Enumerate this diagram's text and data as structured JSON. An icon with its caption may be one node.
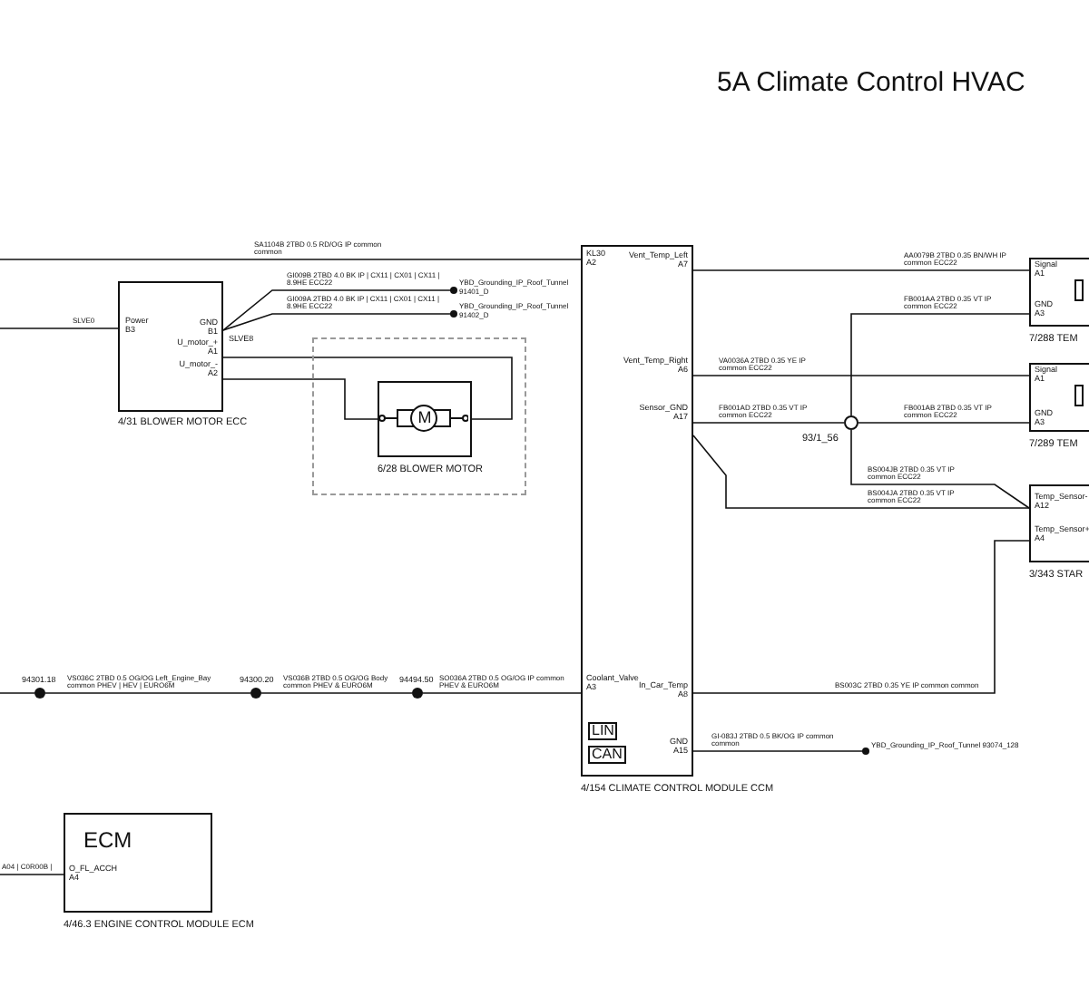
{
  "diagram": {
    "title": "5A Climate Control HVAC",
    "nodes": [
      {
        "text": [
          "Power B3",
          "GND B1",
          "U_motor_+ A1",
          "U_motor_- A2"
        ],
        "beside": [
          "4/31 BLOWER MOTOR ECC"
        ]
      },
      {
        "text": [],
        "shape": "box"
      },
      {
        "text": [
          "M"
        ],
        "in": 1,
        "beside": [
          "6/28 BLOWER MOTOR"
        ]
      },
      {
        "text": [
          "KL30 A2",
          "Vent_Temp_Left A7",
          "Vent_Temp_Right A6",
          "Sensor_GND A17",
          "Coolant_Valve A3",
          "In_Car_Temp A8",
          "GND A15",
          "LIN",
          "CAN"
        ],
        "beside": [
          "4/154 CLIMATE CONTROL MODULE CCM"
        ]
      },
      {
        "text": [
          "Signal A1",
          "GND A3"
        ],
        "beside": [
          "7/288 TEM"
        ]
      },
      {
        "text": [
          "Signal A1",
          "GND A3"
        ],
        "beside": [
          "7/289 TEM"
        ]
      },
      {
        "text": [
          "Temp_Sensor- A12",
          "Temp_Sensor+ A4"
        ],
        "beside": [
          "3/343 STAR"
        ]
      },
      {
        "text": [],
        "shape": "circle",
        "beside": [
          "93/1_56"
        ]
      },
      {
        "text": [
          "YBD_Grounding_IP_Roof_Tunnel 91401_D"
        ]
      },
      {
        "text": [
          "YBD_Grounding_IP_Roof_Tunnel 91402_D"
        ]
      },
      {
        "text": [
          "YBD_Grounding_IP_Roof_Tunnel 93074_128"
        ]
      },
      {
        "text": [],
        "shape": "circle",
        "beside": [
          "94301.18"
        ]
      },
      {
        "text": [],
        "shape": "circle",
        "beside": [
          "94300.20"
        ]
      },
      {
        "text": [],
        "shape": "circle",
        "beside": [
          "94494.50"
        ]
      },
      {
        "text": [
          "ECM",
          "O_FL_ACCH A4"
        ],
        "beside": [
          "4/46.3 ENGINE CONTROL MODULE ECM"
        ]
      }
    ],
    "edges": [
      {
        "from": null,
        "to": 3,
        "arrow": "none",
        "label": "SA1104B 2TBD 0.5 RD/OG IP common common"
      },
      {
        "from": null,
        "to": 0,
        "arrow": "none",
        "label": "SLVE0"
      },
      {
        "from": 0,
        "to": 8,
        "arrow": "other",
        "label": "GI009B 2TBD 4.0 BK IP | CX11 | CX01 | CX11 | 8.9HE ECC22"
      },
      {
        "from": 0,
        "to": 9,
        "arrow": "other",
        "label": "GI009A 2TBD 4.0 BK IP | CX11 | CX01 | CX11 | 8.9HE ECC22"
      },
      {
        "from": 0,
        "to": 2,
        "arrow": "none"
      },
      {
        "from": 0,
        "to": 2,
        "arrow": "none"
      },
      {
        "from": 3,
        "to": 4,
        "arrow": "none",
        "label": "AA0079B 2TBD 0.35 BN/WH IP common ECC22"
      },
      {
        "from": 7,
        "to": 4,
        "arrow": "none",
        "label": "FB001AA 2TBD 0.35 VT IP common ECC22"
      },
      {
        "from": 3,
        "to": 5,
        "arrow": "none",
        "label": "VA0036A 2TBD 0.35 YE IP common ECC22"
      },
      {
        "from": 3,
        "to": 7,
        "arrow": "none",
        "label": "FB001AD 2TBD 0.35 VT IP common ECC22"
      },
      {
        "from": 7,
        "to": 5,
        "arrow": "none",
        "label": "FB001AB 2TBD 0.35 VT IP common ECC22"
      },
      {
        "from": 7,
        "to": 6,
        "arrow": "none",
        "label": "BS004JB 2TBD 0.35 VT IP common ECC22"
      },
      {
        "from": 3,
        "to": 6,
        "arrow": "none",
        "label": "BS004JA 2TBD 0.35 VT IP common ECC22"
      },
      {
        "from": 3,
        "to": 6,
        "arrow": "none",
        "label": "BS003C 2TBD 0.35 YE IP common common"
      },
      {
        "from": 3,
        "to": 10,
        "arrow": "other",
        "label": "GI-083J 2TBD 0.5 BK/OG IP common common"
      },
      {
        "from": null,
        "to": 11,
        "arrow": "none"
      },
      {
        "from": 11,
        "to": 12,
        "arrow": "none",
        "label": "VS036C 2TBD 0.5 OG/OG Left_Engine_Bay common PHEV | HEV | EURO6M"
      },
      {
        "from": 12,
        "to": 13,
        "arrow": "none",
        "label": "VS036B 2TBD 0.5 OG/OG Body common PHEV & EURO6M"
      },
      {
        "from": 13,
        "to": 3,
        "arrow": "none",
        "label": "SO036A 2TBD 0.5 OG/OG IP common PHEV & EURO6M"
      },
      {
        "from": null,
        "to": 14,
        "arrow": "none",
        "label": "A04 | C0R00B |"
      }
    ],
    "labels": [
      "SLVE8"
    ]
  }
}
